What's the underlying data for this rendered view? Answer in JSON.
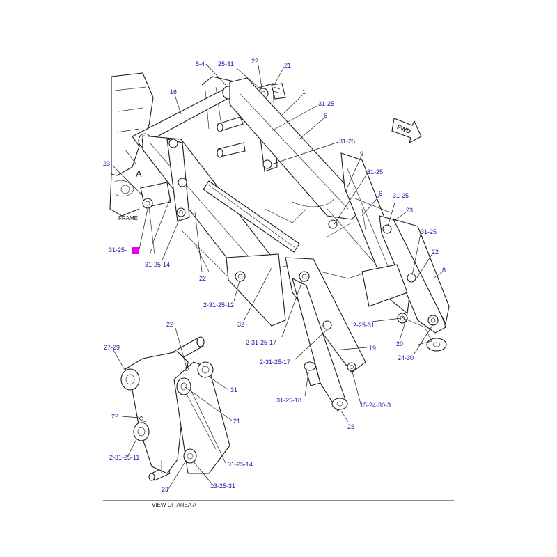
{
  "callouts": [
    {
      "id": "c-5-4",
      "text": "5-4"
    },
    {
      "id": "c-25-31",
      "text": "25-31"
    },
    {
      "id": "c-22-top",
      "text": "22"
    },
    {
      "id": "c-21-top",
      "text": "21"
    },
    {
      "id": "c-1",
      "text": "1"
    },
    {
      "id": "c-16",
      "text": "16"
    },
    {
      "id": "c-31-25-a",
      "text": "31-25"
    },
    {
      "id": "c-6-a",
      "text": "6"
    },
    {
      "id": "c-31-25-b",
      "text": "31-25"
    },
    {
      "id": "c-9",
      "text": "9"
    },
    {
      "id": "c-31-25-c",
      "text": "31-25"
    },
    {
      "id": "c-6-b",
      "text": "6"
    },
    {
      "id": "c-31-25-d",
      "text": "31-25"
    },
    {
      "id": "c-23-right",
      "text": "23"
    },
    {
      "id": "c-31-25-e",
      "text": "31-25"
    },
    {
      "id": "c-22-right",
      "text": "22"
    },
    {
      "id": "c-8",
      "text": "8"
    },
    {
      "id": "c-23-left",
      "text": "23"
    },
    {
      "id": "c-31-25-19",
      "text": "31-25-"
    },
    {
      "id": "c-7",
      "text": "7"
    },
    {
      "id": "c-31-25-14",
      "text": "31-25-14"
    },
    {
      "id": "c-22-mid",
      "text": "22"
    },
    {
      "id": "c-2-31-25-12",
      "text": "2-31-25-12"
    },
    {
      "id": "c-32",
      "text": "32"
    },
    {
      "id": "c-2-31-25-17-a",
      "text": "2-31-25-17"
    },
    {
      "id": "c-2-25-31",
      "text": "2-25-31"
    },
    {
      "id": "c-20",
      "text": "20"
    },
    {
      "id": "c-24-30",
      "text": "24-30"
    },
    {
      "id": "c-19",
      "text": "19"
    },
    {
      "id": "c-2-31-25-17-b",
      "text": "2-31-25-17"
    },
    {
      "id": "c-31-25-18",
      "text": "31-25-18"
    },
    {
      "id": "c-15-24-30-3",
      "text": "15-24-30-3"
    },
    {
      "id": "c-23-bottom",
      "text": "23"
    },
    {
      "id": "v-22-top",
      "text": "22"
    },
    {
      "id": "v-27-29",
      "text": "27-29"
    },
    {
      "id": "v-31",
      "text": "31"
    },
    {
      "id": "v-22-left",
      "text": "22"
    },
    {
      "id": "v-21",
      "text": "21"
    },
    {
      "id": "v-2-31-25-11",
      "text": "2-31-25-11"
    },
    {
      "id": "v-31-25-14",
      "text": "31-25-14"
    },
    {
      "id": "v-23",
      "text": "23"
    },
    {
      "id": "v-13-25-31",
      "text": "13-25-31"
    }
  ],
  "labels": {
    "frame": "FRAME",
    "area_marker": "A",
    "fwd": "FWD",
    "view_caption": "VIEW OF AREA  A"
  },
  "colors": {
    "callout": "#1a1aa8",
    "highlight": "#e600e6",
    "line": "#1a1a1a"
  }
}
